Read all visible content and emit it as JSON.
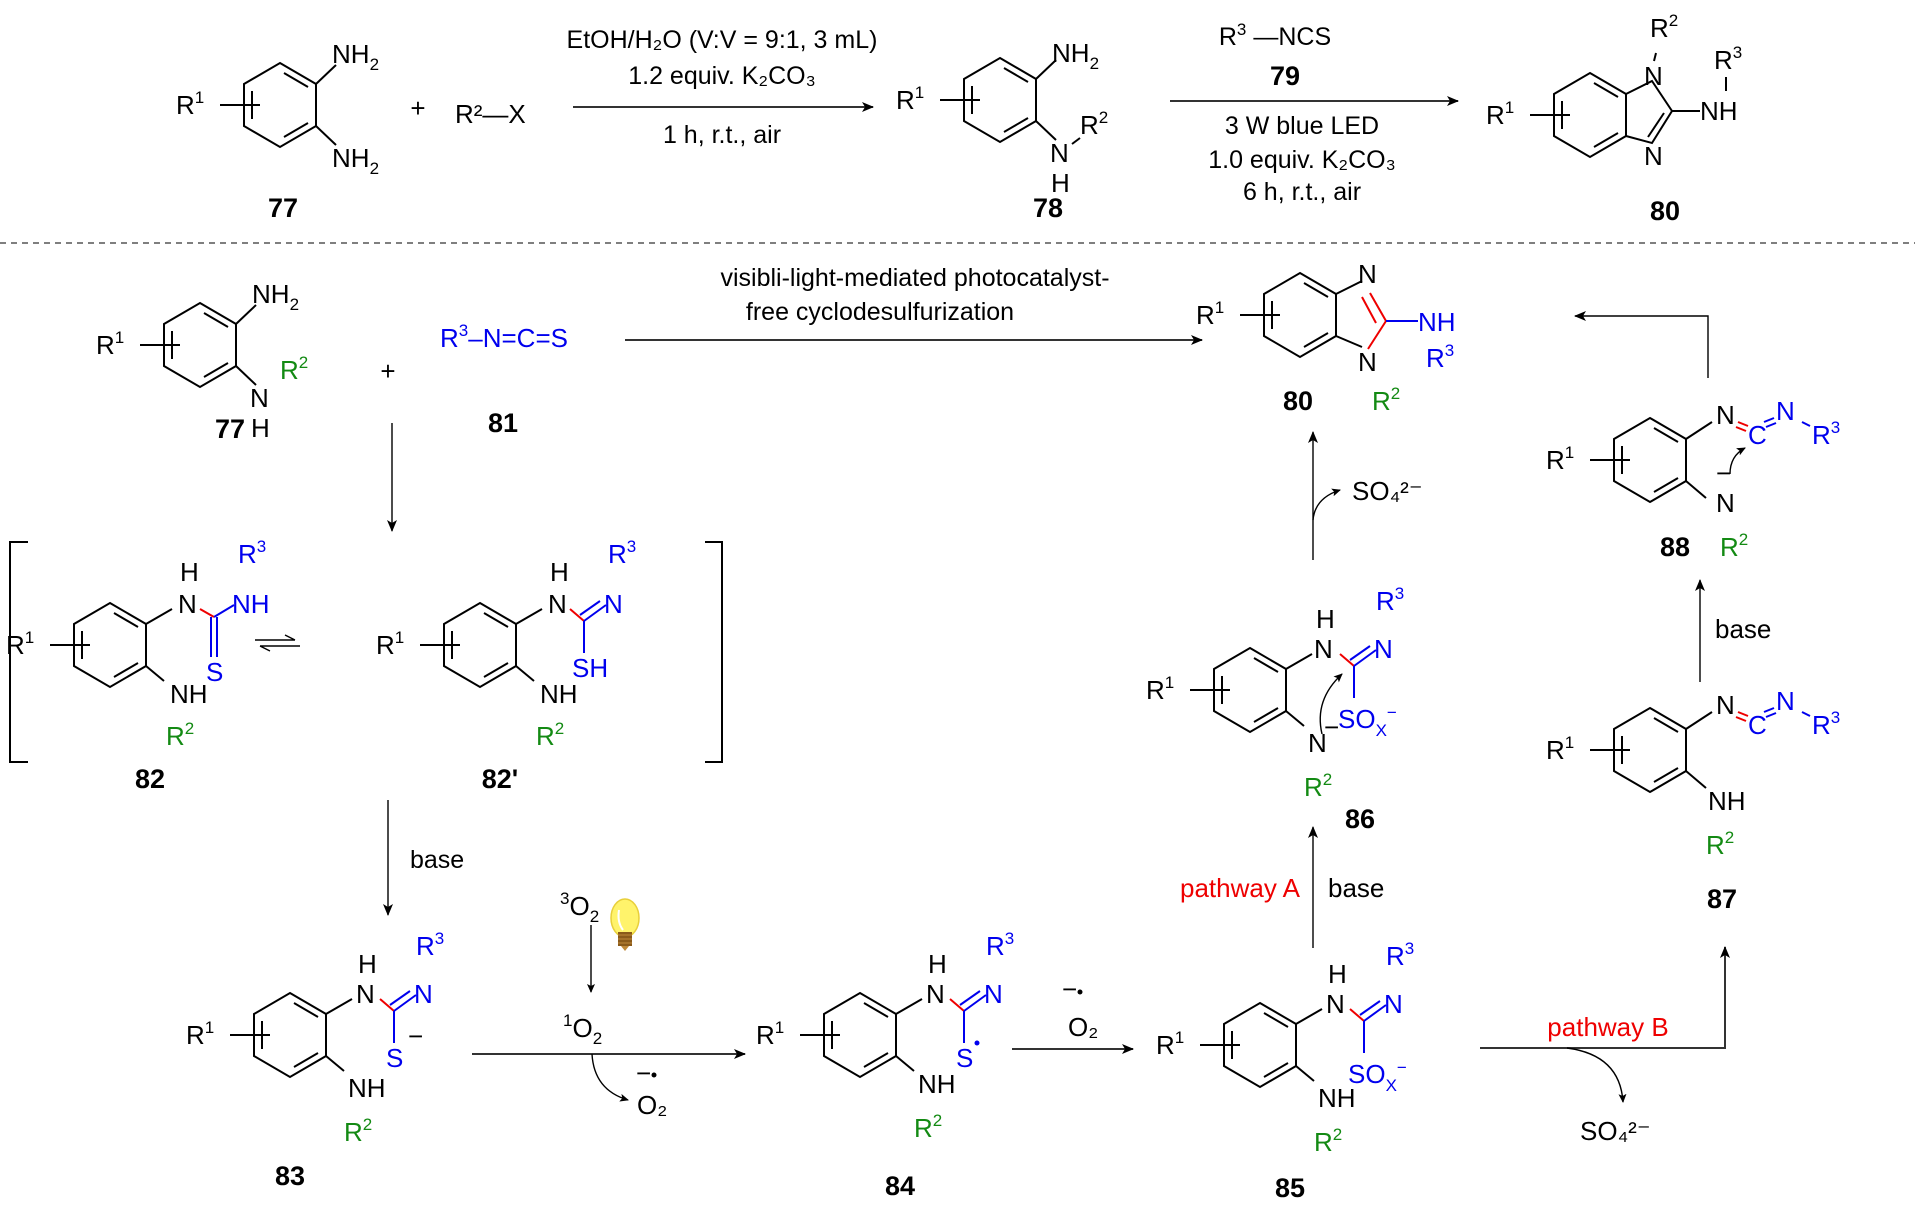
{
  "colors": {
    "substituent_R2": "#138a13",
    "substituent_R3": "#0000ee",
    "new_bond": "#ee0000",
    "pathway_label": "#ee0000",
    "bulb": "#fff36b"
  },
  "top_scheme": {
    "step1": {
      "reagent": "R²—X",
      "conditions": [
        "EtOH/H₂O (V:V = 9:1, 3 mL)",
        "1.2 equiv. K₂CO₃",
        "1 h, r.t., air"
      ]
    },
    "step2": {
      "reagent": "R³—NCS",
      "reagent_number": "79",
      "conditions": [
        "3 W blue LED",
        "1.0 equiv. K₂CO₃",
        "6 h, r.t., air"
      ]
    },
    "compounds": {
      "c77": "77",
      "c78": "78",
      "c80": "80"
    },
    "plus": "+"
  },
  "mechanism": {
    "title_arrow": [
      "visibli-light-mediated photocatalyst-",
      "free cyclodesulfurization"
    ],
    "isothiocyanate": "R³–N=C=S",
    "compounds": {
      "c77": "77",
      "c81": "81",
      "c80": "80",
      "c82": "82",
      "c82p": "82'",
      "c83": "83",
      "c84": "84",
      "c85": "85",
      "c86": "86",
      "c87": "87",
      "c88": "88"
    },
    "labels": {
      "base": "base",
      "triplet_o2": "³O₂",
      "singlet_o2": "¹O₂",
      "superoxide": "O₂",
      "sulfate": "SO₄²⁻",
      "pathway_a": "pathway A",
      "pathway_b": "pathway B",
      "plus": "+"
    },
    "atoms": {
      "R1": "R",
      "R2": "R",
      "R3": "R",
      "NH": "NH",
      "NH2": "NH",
      "N": "N",
      "H": "H",
      "S": "S",
      "SH": "SH",
      "SOx": "SO",
      "C": "C",
      "x": "X"
    }
  }
}
